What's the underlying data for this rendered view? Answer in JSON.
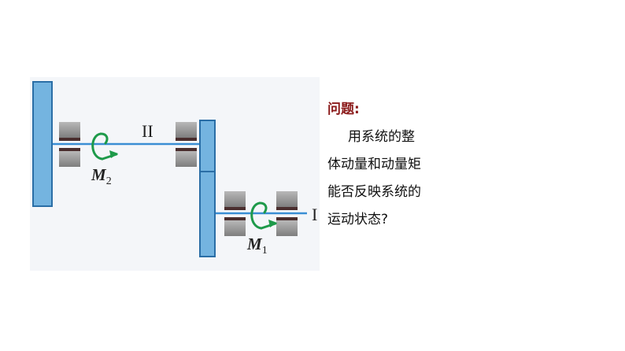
{
  "colors": {
    "panel": "#f4f6f9",
    "gear_fill": "#74b4e0",
    "gear_stroke": "#2a6ea6",
    "shaft": "#3a8ed4",
    "bearing": "#9a9a9a",
    "bearing_dark": "#4a2e2e",
    "arrow": "#1e9a4a",
    "question_title": "#8b1a1a"
  },
  "labels": {
    "shaft_2": "II",
    "shaft_1": "I",
    "moment_2": {
      "symbol": "M",
      "sub": "2"
    },
    "moment_1": {
      "symbol": "M",
      "sub": "1"
    }
  },
  "question": {
    "title": "问题:",
    "lines": [
      "用系统的整",
      "体动量和动量矩",
      "能否反映系统的",
      "运动状态?"
    ]
  },
  "icons": [
    "curved-arrow-icon"
  ]
}
